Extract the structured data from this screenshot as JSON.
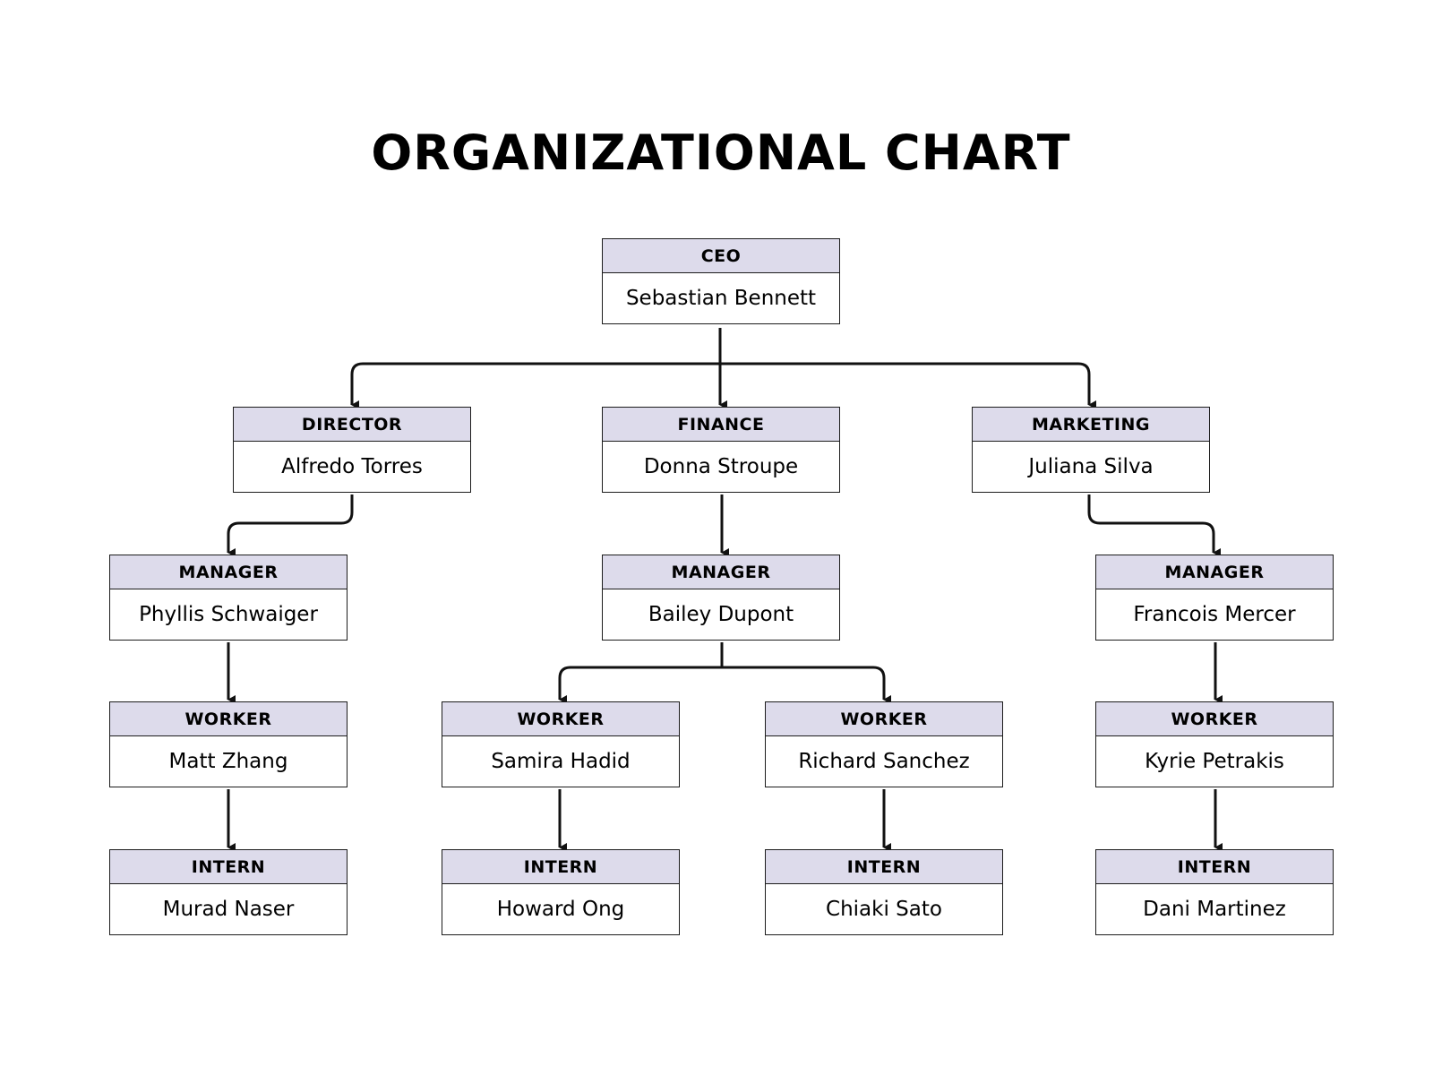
{
  "title": "ORGANIZATIONAL CHART",
  "colors": {
    "role_header_bg": "#dddbeb",
    "border": "#1c1c1c",
    "connector": "#111111",
    "background": "#ffffff"
  },
  "nodes": {
    "ceo": {
      "role": "CEO",
      "name": "Sebastian Bennett"
    },
    "director": {
      "role": "DIRECTOR",
      "name": "Alfredo Torres"
    },
    "finance": {
      "role": "FINANCE",
      "name": "Donna Stroupe"
    },
    "marketing": {
      "role": "MARKETING",
      "name": "Juliana Silva"
    },
    "manager_director": {
      "role": "MANAGER",
      "name": "Phyllis Schwaiger"
    },
    "manager_finance": {
      "role": "MANAGER",
      "name": "Bailey Dupont"
    },
    "manager_marketing": {
      "role": "MANAGER",
      "name": "Francois Mercer"
    },
    "worker_matt": {
      "role": "WORKER",
      "name": "Matt Zhang"
    },
    "worker_samira": {
      "role": "WORKER",
      "name": "Samira Hadid"
    },
    "worker_richard": {
      "role": "WORKER",
      "name": "Richard Sanchez"
    },
    "worker_kyrie": {
      "role": "WORKER",
      "name": "Kyrie Petrakis"
    },
    "intern_murad": {
      "role": "INTERN",
      "name": "Murad Naser"
    },
    "intern_howard": {
      "role": "INTERN",
      "name": "Howard Ong"
    },
    "intern_chiaki": {
      "role": "INTERN",
      "name": "Chiaki Sato"
    },
    "intern_dani": {
      "role": "INTERN",
      "name": "Dani Martinez"
    }
  },
  "edges": [
    [
      "ceo",
      "director"
    ],
    [
      "ceo",
      "finance"
    ],
    [
      "ceo",
      "marketing"
    ],
    [
      "director",
      "manager_director"
    ],
    [
      "finance",
      "manager_finance"
    ],
    [
      "marketing",
      "manager_marketing"
    ],
    [
      "manager_director",
      "worker_matt"
    ],
    [
      "manager_finance",
      "worker_samira"
    ],
    [
      "manager_finance",
      "worker_richard"
    ],
    [
      "manager_marketing",
      "worker_kyrie"
    ],
    [
      "worker_matt",
      "intern_murad"
    ],
    [
      "worker_samira",
      "intern_howard"
    ],
    [
      "worker_richard",
      "intern_chiaki"
    ],
    [
      "worker_kyrie",
      "intern_dani"
    ]
  ]
}
